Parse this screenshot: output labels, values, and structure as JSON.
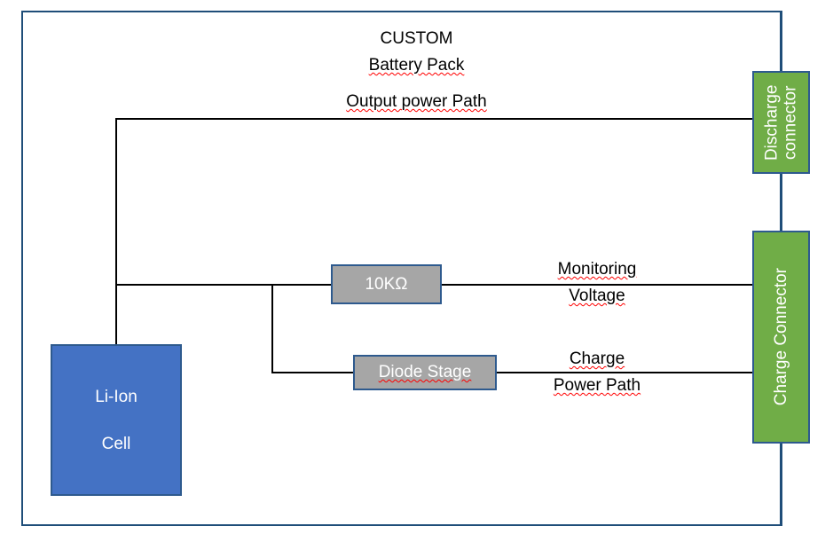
{
  "diagram": {
    "title_line1": "CUSTOM",
    "title_line2": "Battery Pack",
    "title_line3": "Output power Path",
    "colors": {
      "enclosure_border": "#1F4E79",
      "connector_green": "#70AD47",
      "cell_blue": "#4472C4",
      "component_gray": "#A6A6A6",
      "block_border": "#2E5A8E",
      "wire": "#000000",
      "spellcheck_underline": "#FF0000"
    }
  },
  "blocks": {
    "cell": {
      "label_line1": "Li-Ion",
      "label_line2": "Cell"
    },
    "resistor": {
      "label": "10KΩ"
    },
    "diode": {
      "label": "Diode Stage"
    },
    "discharge_connector": {
      "label_line1": "Discharge",
      "label_line2": "connector"
    },
    "charge_connector": {
      "label": "Charge Connector"
    }
  },
  "path_labels": {
    "monitoring_above": "Monitoring",
    "monitoring_below": "Voltage",
    "charge_above": "Charge",
    "charge_below": "Power Path"
  }
}
